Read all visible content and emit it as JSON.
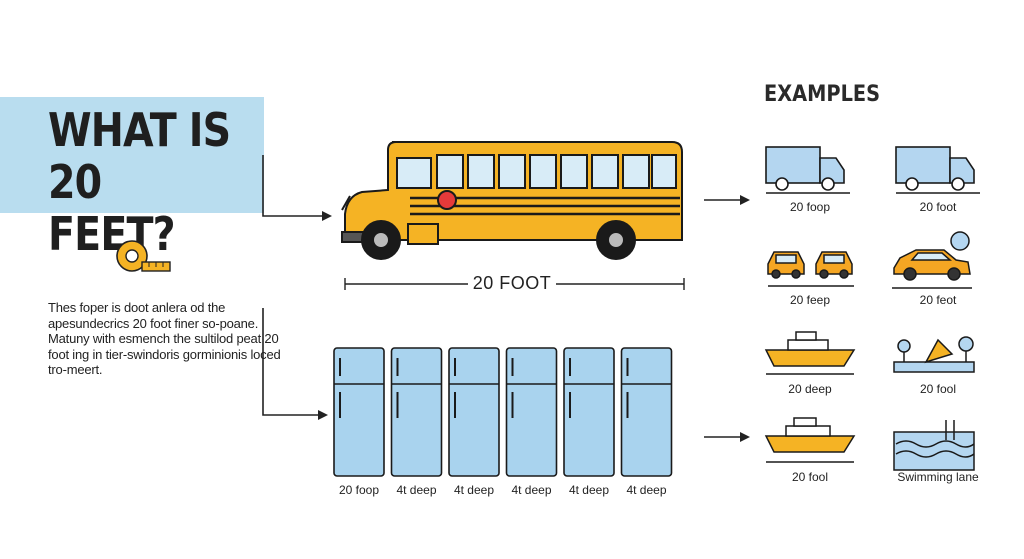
{
  "title": "WHAT IS 20 FEET?",
  "description": "Thes foper is doot anlera  od the apesundecrics 20 foot finer so-poane. Matuny with esmench the sultilod peat 20 foot ing in tier-swindoris gorminionis loced tro-meert.",
  "bus": {
    "dimension_label": "20 FOOT"
  },
  "fridges": {
    "labels": [
      "20 foop",
      "4t deep",
      "4t deep",
      "4t deep",
      "4t deep",
      "4t deep"
    ]
  },
  "examples": {
    "heading": "EXAMPLES",
    "items": [
      {
        "label": "20 foop",
        "icon": "truck-icon"
      },
      {
        "label": "20 foot",
        "icon": "truck-icon"
      },
      {
        "label": "20 feep",
        "icon": "two-cars-icon"
      },
      {
        "label": "20 feot",
        "icon": "car-icon"
      },
      {
        "label": "20 deep",
        "icon": "boat-icon"
      },
      {
        "label": "20 fool",
        "icon": "playground-icon"
      },
      {
        "label": "20 fool",
        "icon": "boat-icon"
      },
      {
        "label": "Swimming lane",
        "icon": "swimming-pool-icon"
      }
    ]
  },
  "colors": {
    "title_band": "#b9ddef",
    "bus_yellow": "#f5b324",
    "fridge_blue": "#a9d3ee",
    "vehicle_blue": "#b4d6f0",
    "car_orange": "#f5a623"
  }
}
